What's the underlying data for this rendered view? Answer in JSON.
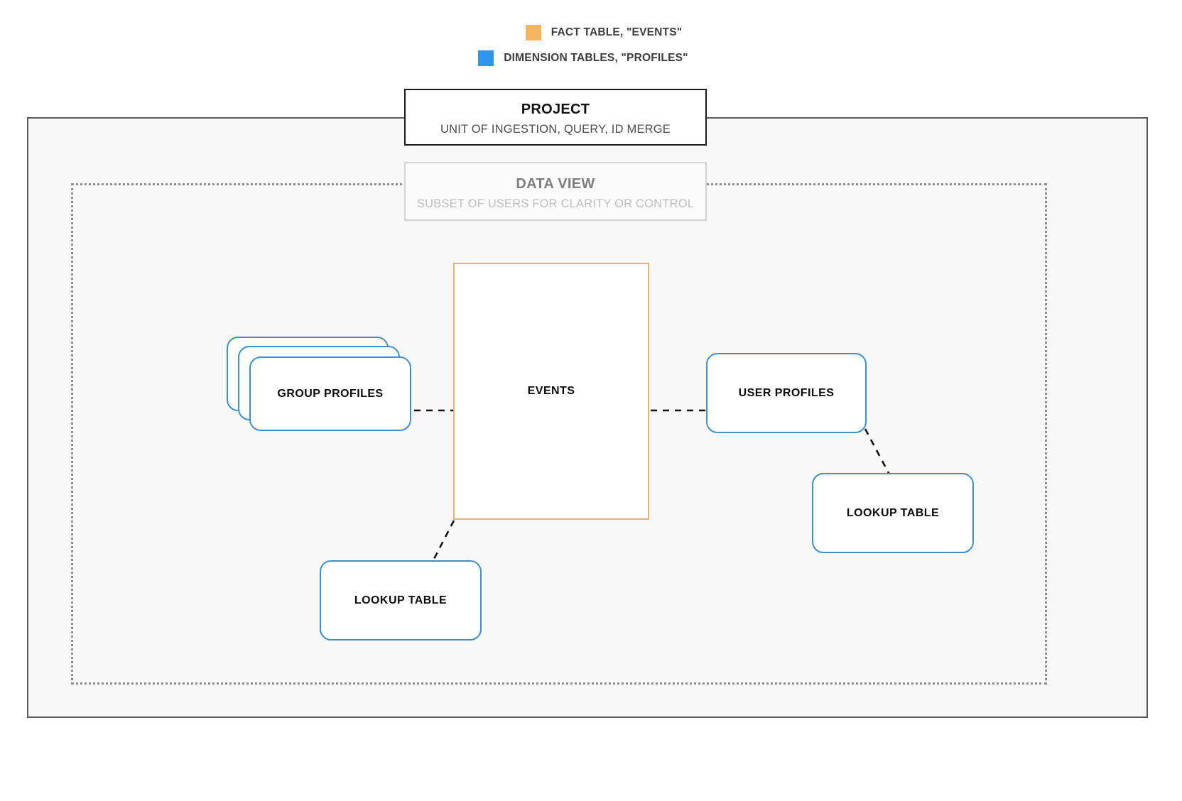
{
  "legend": {
    "items": [
      {
        "label": "FACT TABLE, \"EVENTS\"",
        "color": "#f5b460",
        "swatch_name": "fact-table-swatch"
      },
      {
        "label": "DIMENSION TABLES, \"PROFILES\"",
        "color": "#2f94ec",
        "swatch_name": "dimension-tables-swatch"
      }
    ]
  },
  "project": {
    "title": "PROJECT",
    "subtitle": "UNIT OF INGESTION, QUERY, ID MERGE",
    "border_color": "#1a1a1a",
    "frame_fill": "#f8f8f8"
  },
  "data_view": {
    "title": "DATA VIEW",
    "subtitle": "SUBSET OF USERS FOR CLARITY OR CONTROL",
    "border_color": "#d2d2d2",
    "frame_border_color": "#8d8d8d"
  },
  "nodes": {
    "events": {
      "label": "EVENTS",
      "border_color": "#e8b273",
      "kind": "fact-table"
    },
    "group_profiles": {
      "label": "GROUP PROFILES",
      "border_color": "#3f8fcb",
      "kind": "dimension-table-stack",
      "stack_count": 3
    },
    "user_profiles": {
      "label": "USER PROFILES",
      "border_color": "#3f8fcb",
      "kind": "dimension-table"
    },
    "lookup_left": {
      "label": "LOOKUP TABLE",
      "border_color": "#3f8fcb",
      "kind": "dimension-table"
    },
    "lookup_right": {
      "label": "LOOKUP TABLE",
      "border_color": "#3f8fcb",
      "kind": "dimension-table"
    }
  },
  "connectors": [
    {
      "name": "group-profiles-to-events",
      "from": "group_profiles",
      "to": "events",
      "style": "dashed"
    },
    {
      "name": "events-to-user-profiles",
      "from": "events",
      "to": "user_profiles",
      "style": "dashed"
    },
    {
      "name": "events-to-lookup-left",
      "from": "events",
      "to": "lookup_left",
      "style": "dashed"
    },
    {
      "name": "user-profiles-to-lookup-right",
      "from": "user_profiles",
      "to": "lookup_right",
      "style": "dashed"
    }
  ],
  "connector_color": "#111111"
}
